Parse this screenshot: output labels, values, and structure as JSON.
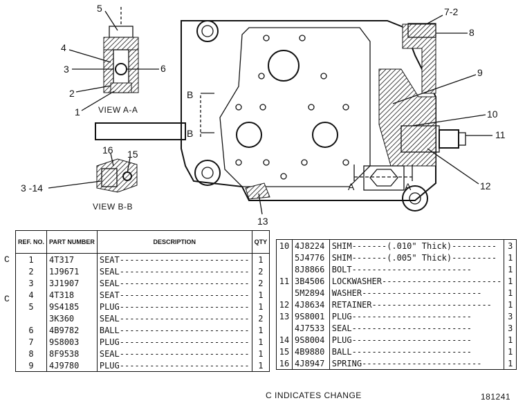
{
  "callouts": {
    "c1": "1",
    "c2": "2",
    "c3": "3",
    "c4": "4",
    "c5": "5",
    "c6": "6",
    "c7": "7-2",
    "c8": "8",
    "c9": "9",
    "c10": "10",
    "c11": "11",
    "c12": "12",
    "c13": "13",
    "c14": "3 -14",
    "c15": "15",
    "c16": "16"
  },
  "views": {
    "view_aa": "VIEW A-A",
    "view_bb": "VIEW B-B"
  },
  "section_marks": {
    "b_upper": "B",
    "b_lower": "B",
    "a_left": "A",
    "a_right": "A"
  },
  "table_left": {
    "headers": {
      "ref": "REF. NO.",
      "part": "PART NUMBER",
      "desc": "DESCRIPTION",
      "qty": "QTY"
    },
    "rows": [
      {
        "chg": "C",
        "ref": "1",
        "part": "4T317",
        "desc": "SEAT",
        "qty": "1"
      },
      {
        "chg": "",
        "ref": "2",
        "part": "1J9671",
        "desc": "SEAL",
        "qty": "2"
      },
      {
        "chg": "",
        "ref": "3",
        "part": "3J1907",
        "desc": "SEAL",
        "qty": "2"
      },
      {
        "chg": "C",
        "ref": "4",
        "part": "4T318",
        "desc": "SEAT",
        "qty": "1"
      },
      {
        "chg": "",
        "ref": "5",
        "part": "9S4185",
        "desc": "PLUG",
        "qty": "1"
      },
      {
        "chg": "",
        "ref": "",
        "part": "3K360",
        "desc": "SEAL",
        "qty": "2"
      },
      {
        "chg": "",
        "ref": "6",
        "part": "4B9782",
        "desc": "BALL",
        "qty": "1"
      },
      {
        "chg": "",
        "ref": "7",
        "part": "9S8003",
        "desc": "PLUG",
        "qty": "1"
      },
      {
        "chg": "",
        "ref": "8",
        "part": "8F9538",
        "desc": "SEAL",
        "qty": "1"
      },
      {
        "chg": "",
        "ref": "9",
        "part": "4J9780",
        "desc": "PLUG",
        "qty": "1"
      }
    ]
  },
  "table_right": {
    "rows": [
      {
        "ref": "10",
        "part": "4J8224",
        "desc": "SHIM",
        "note": "(.010\" Thick)",
        "qty": "3"
      },
      {
        "ref": "",
        "part": "5J4776",
        "desc": "SHIM",
        "note": "(.005\" Thick)",
        "qty": "1"
      },
      {
        "ref": "",
        "part": "8J8866",
        "desc": "BOLT",
        "note": "",
        "qty": "1"
      },
      {
        "ref": "11",
        "part": "3B4506",
        "desc": "LOCKWASHER",
        "note": "",
        "qty": "1"
      },
      {
        "ref": "",
        "part": "5M2894",
        "desc": "WASHER",
        "note": "",
        "qty": "1"
      },
      {
        "ref": "12",
        "part": "4J8634",
        "desc": "RETAINER",
        "note": "",
        "qty": "1"
      },
      {
        "ref": "13",
        "part": "9S8001",
        "desc": "PLUG",
        "note": "",
        "qty": "3"
      },
      {
        "ref": "",
        "part": "4J7533",
        "desc": "SEAL",
        "note": "",
        "qty": "3"
      },
      {
        "ref": "14",
        "part": "9S8004",
        "desc": "PLUG",
        "note": "",
        "qty": "1"
      },
      {
        "ref": "15",
        "part": "4B9880",
        "desc": "BALL",
        "note": "",
        "qty": "1"
      },
      {
        "ref": "16",
        "part": "4J8947",
        "desc": "SPRING",
        "note": "",
        "qty": "1"
      }
    ]
  },
  "footer": {
    "change_note": "C INDICATES CHANGE",
    "figure_number": "181241"
  }
}
